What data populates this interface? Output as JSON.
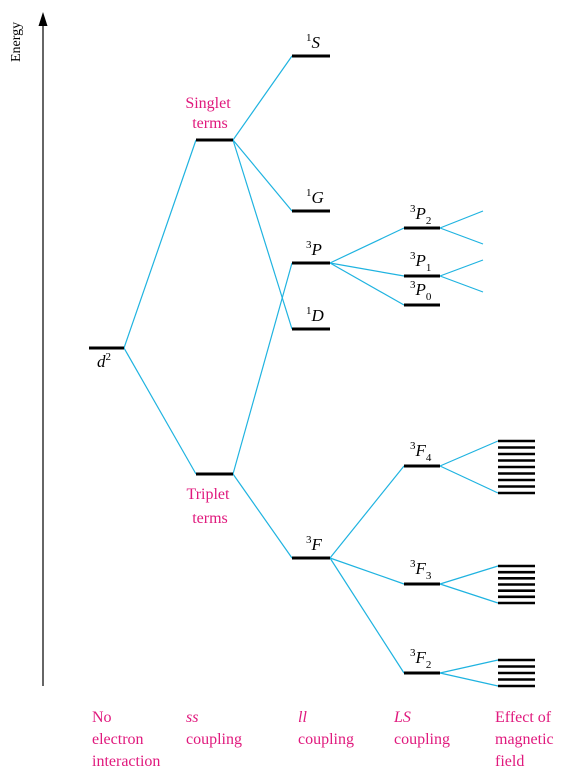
{
  "axis": {
    "label": "Energy"
  },
  "groups": {
    "singlet": [
      "Singlet",
      "terms"
    ],
    "triplet": [
      "Triplet",
      "terms"
    ]
  },
  "terms": {
    "d2": {
      "base": "d",
      "sup": "2"
    },
    "S1": {
      "sup": "1",
      "base": "S"
    },
    "G1": {
      "sup": "1",
      "base": "G"
    },
    "P3": {
      "sup": "3",
      "base": "P"
    },
    "D1": {
      "sup": "1",
      "base": "D"
    },
    "F3": {
      "sup": "3",
      "base": "F"
    },
    "P2": {
      "sup": "3",
      "base": "P",
      "sub": "2"
    },
    "P1": {
      "sup": "3",
      "base": "P",
      "sub": "1"
    },
    "P0": {
      "sup": "3",
      "base": "P",
      "sub": "0"
    },
    "F4": {
      "sup": "3",
      "base": "F",
      "sub": "4"
    },
    "F3j": {
      "sup": "3",
      "base": "F",
      "sub": "3"
    },
    "F2": {
      "sup": "3",
      "base": "F",
      "sub": "2"
    }
  },
  "columns": [
    {
      "lines": [
        "No",
        "electron",
        "interaction"
      ]
    },
    {
      "italic": "ss",
      "lines": [
        "coupling"
      ]
    },
    {
      "italic": "ll",
      "lines": [
        "coupling"
      ]
    },
    {
      "italic": "LS",
      "lines": [
        "coupling"
      ]
    },
    {
      "lines": [
        "Effect of",
        "magnetic",
        "field"
      ]
    }
  ],
  "zeeman": {
    "F4_count": 9,
    "F3_count": 7,
    "F2_count": 5
  },
  "colors": {
    "connector": "#1fb3e0",
    "label": "#e0197d",
    "level": "#000000"
  }
}
